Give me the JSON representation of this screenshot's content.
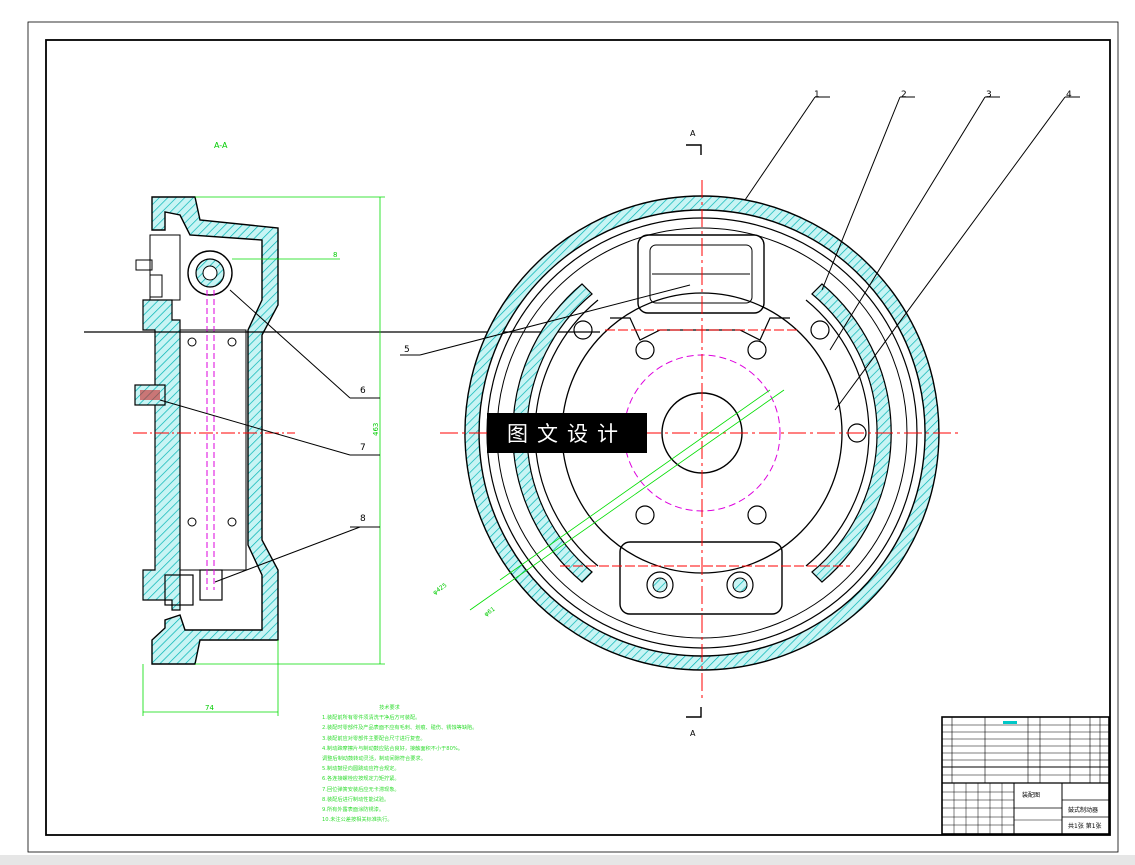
{
  "drawing": {
    "section_label": "A-A",
    "section_marks": [
      "A",
      "A"
    ],
    "part_numbers": [
      "1",
      "2",
      "3",
      "4",
      "5",
      "6",
      "7",
      "8"
    ],
    "dimensions": {
      "side_height": "463",
      "side_width": "74",
      "hub_offset": "8",
      "diameter_outer": "φ425",
      "diameter_inner": "φ61"
    }
  },
  "watermark": "图文设计",
  "notes": {
    "title": "技术要求",
    "items": [
      "1.装配前所有零件须清洗干净后方可装配。",
      "2.装配时零部件及产品表面不应有毛刺、划痕、碰伤、锈蚀等缺陷。",
      "3.装配前应对零部件主要配合尺寸进行复查。",
      "4.制动蹄摩擦片与制动鼓应贴合良好，接触面积不小于80%。",
      "  调整后制动鼓转动灵活，制动间隙符合要求。",
      "5.制动鼓径向圆跳动应符合规定。",
      "6.各连接螺栓应按规定力矩拧紧。",
      "7.回位弹簧安装后应无卡滞现象。",
      "8.装配后进行制动性能试验。",
      "9.所有外露表面涂防锈漆。",
      "10.未注公差按相关标准执行。"
    ]
  },
  "title_block": {
    "name": "装配图",
    "subtitle": "鼓式制动器",
    "sheet": "共1张 第1张"
  },
  "colors": {
    "outline": "#000000",
    "hatch": "#00c8c8",
    "center": "#ff0000",
    "hidden": "#dd00dd",
    "dimension": "#00dd00"
  }
}
